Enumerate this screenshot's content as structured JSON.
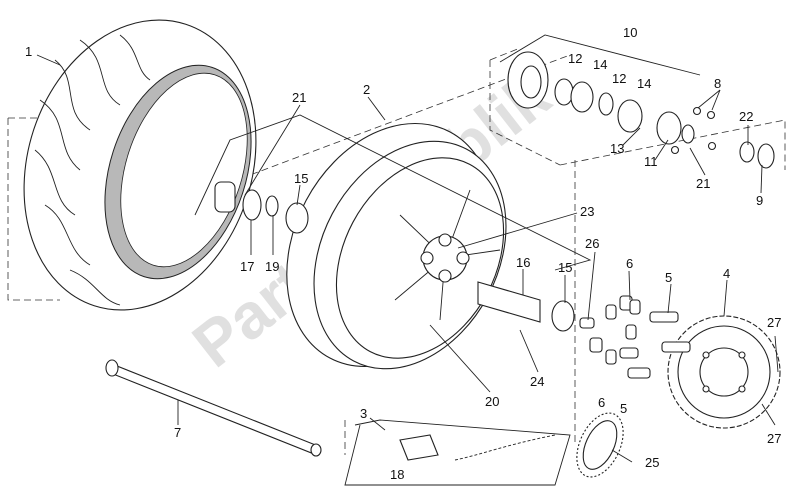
{
  "diagram": {
    "watermark": "PartsRepublik",
    "callouts": [
      {
        "id": "1",
        "label": "1"
      },
      {
        "id": "2",
        "label": "2"
      },
      {
        "id": "3",
        "label": "3"
      },
      {
        "id": "4",
        "label": "4"
      },
      {
        "id": "5a",
        "label": "5"
      },
      {
        "id": "5b",
        "label": "5"
      },
      {
        "id": "6a",
        "label": "6"
      },
      {
        "id": "6b",
        "label": "6"
      },
      {
        "id": "7",
        "label": "7"
      },
      {
        "id": "8",
        "label": "8"
      },
      {
        "id": "9",
        "label": "9"
      },
      {
        "id": "10",
        "label": "10"
      },
      {
        "id": "11",
        "label": "11"
      },
      {
        "id": "12a",
        "label": "12"
      },
      {
        "id": "12b",
        "label": "12"
      },
      {
        "id": "13",
        "label": "13"
      },
      {
        "id": "14a",
        "label": "14"
      },
      {
        "id": "14b",
        "label": "14"
      },
      {
        "id": "15a",
        "label": "15"
      },
      {
        "id": "15b",
        "label": "15"
      },
      {
        "id": "16",
        "label": "16"
      },
      {
        "id": "17",
        "label": "17"
      },
      {
        "id": "18",
        "label": "18"
      },
      {
        "id": "19",
        "label": "19"
      },
      {
        "id": "20",
        "label": "20"
      },
      {
        "id": "21a",
        "label": "21"
      },
      {
        "id": "21b",
        "label": "21"
      },
      {
        "id": "22",
        "label": "22"
      },
      {
        "id": "23",
        "label": "23"
      },
      {
        "id": "24",
        "label": "24"
      },
      {
        "id": "25",
        "label": "25"
      },
      {
        "id": "26",
        "label": "26"
      },
      {
        "id": "27a",
        "label": "27"
      },
      {
        "id": "27b",
        "label": "27"
      }
    ]
  }
}
